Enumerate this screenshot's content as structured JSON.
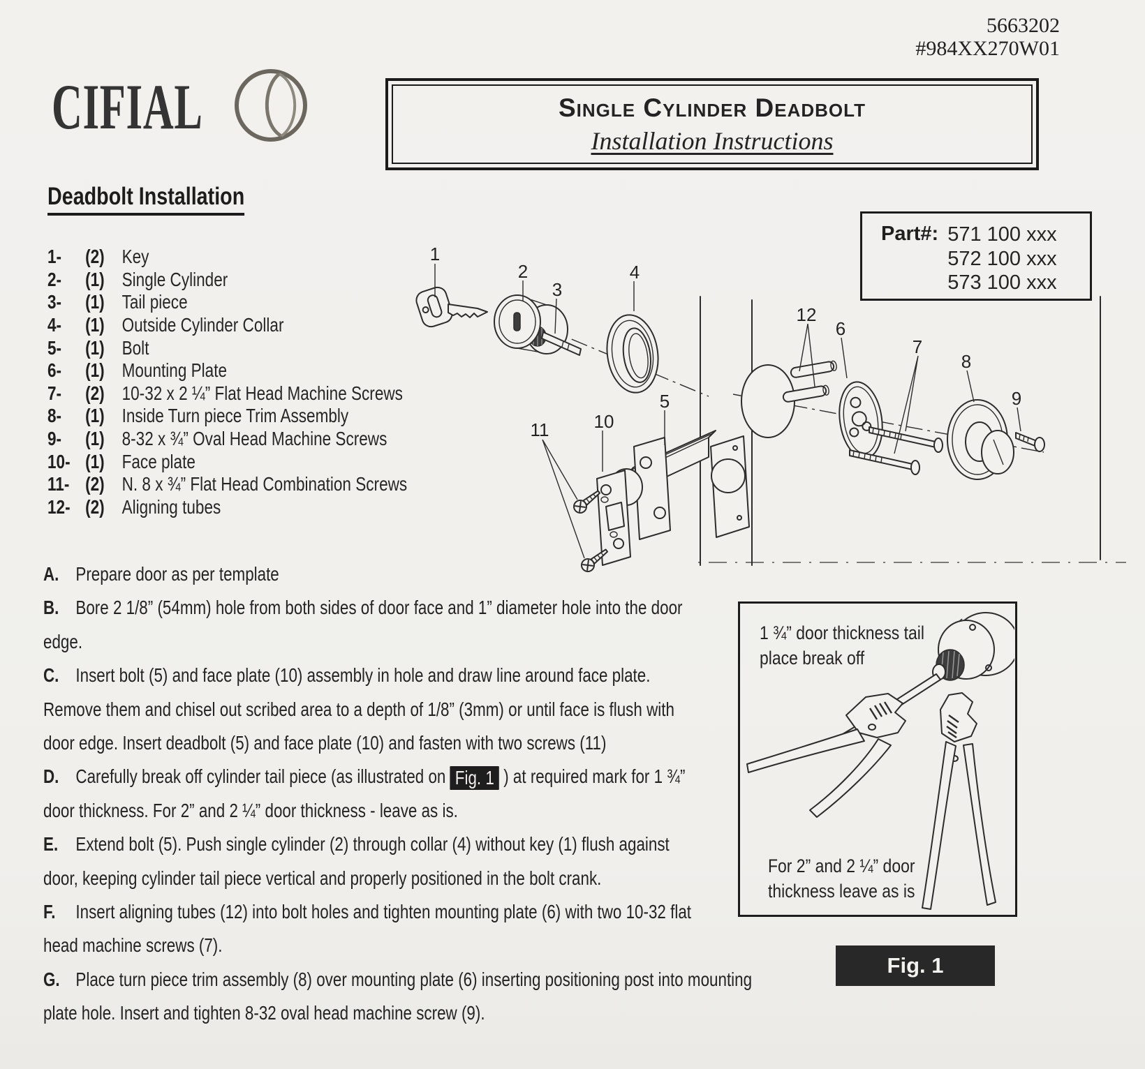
{
  "page": {
    "doc_number": "5663202",
    "doc_code": "#984XX270W01"
  },
  "brand": {
    "name": "CIFIAL"
  },
  "title_box": {
    "title": "Single Cylinder Deadbolt",
    "subtitle": "Installation Instructions"
  },
  "section": {
    "heading": "Deadbolt Installation"
  },
  "parts_list": [
    {
      "num": "1-",
      "qty": "(2)",
      "name": "Key"
    },
    {
      "num": "2-",
      "qty": "(1)",
      "name": "Single Cylinder"
    },
    {
      "num": "3-",
      "qty": "(1)",
      "name": "Tail piece"
    },
    {
      "num": "4-",
      "qty": "(1)",
      "name": "Outside Cylinder Collar"
    },
    {
      "num": "5-",
      "qty": "(1)",
      "name": "Bolt"
    },
    {
      "num": "6-",
      "qty": "(1)",
      "name": "Mounting Plate"
    },
    {
      "num": "7-",
      "qty": "(2)",
      "name": "10-32 x 2 ¼” Flat Head Machine Screws"
    },
    {
      "num": "8-",
      "qty": "(1)",
      "name": "Inside Turn piece Trim Assembly"
    },
    {
      "num": "9-",
      "qty": "(1)",
      "name": "8-32 x ¾” Oval Head Machine Screws"
    },
    {
      "num": "10-",
      "qty": "(1)",
      "name": "Face plate"
    },
    {
      "num": "11-",
      "qty": "(2)",
      "name": "N. 8 x ¾” Flat Head Combination Screws"
    },
    {
      "num": "12-",
      "qty": "(2)",
      "name": "Aligning tubes"
    }
  ],
  "part_numbers": {
    "label": "Part#:",
    "values": [
      "571 100 xxx",
      "572 100 xxx",
      "573 100 xxx"
    ]
  },
  "diagram": {
    "callouts": [
      "1",
      "2",
      "3",
      "4",
      "5",
      "6",
      "7",
      "8",
      "9",
      "10",
      "11",
      "12"
    ]
  },
  "instructions": {
    "a": {
      "letter": "A.",
      "line1": "Prepare door as per template"
    },
    "b": {
      "letter": "B.",
      "line1": "Bore 2 1/8” (54mm) hole from both sides of door face and 1” diameter hole into the door",
      "line2": "edge."
    },
    "c": {
      "letter": "C.",
      "line1": "Insert bolt (5) and face plate (10) assembly in hole and draw line around face plate.",
      "line2": "Remove them and chisel out scribed area to a depth of 1/8” (3mm) or until face is flush with",
      "line3": "door edge. Insert deadbolt (5) and face plate (10) and fasten with two screws (11)"
    },
    "d": {
      "letter": "D.",
      "line1_pre": "Carefully break off cylinder tail piece (as illustrated on ",
      "fig_ref": "Fig. 1",
      "line1_post": " ) at required mark for 1 ¾”",
      "line2": "door thickness. For 2” and 2 ¼” door thickness - leave as is."
    },
    "e": {
      "letter": "E.",
      "line1": "Extend bolt (5). Push single cylinder (2) through collar (4) without key (1) flush against",
      "line2": "door, keeping cylinder tail piece vertical and properly positioned in the bolt crank."
    },
    "f": {
      "letter": "F.",
      "line1": "Insert aligning tubes (12) into bolt holes and tighten mounting plate (6) with two 10-32 flat",
      "line2": "head machine screws (7)."
    },
    "g": {
      "letter": "G.",
      "line1": "Place turn piece trim assembly (8) over mounting plate (6) inserting positioning post into mounting",
      "line2": "plate hole. Insert and tighten 8-32 oval head machine screw (9)."
    }
  },
  "figure": {
    "caption_top_line1": "1 ¾” door thickness tail",
    "caption_top_line2": "place break off",
    "caption_bottom_line1": "For 2” and 2 ¼” door",
    "caption_bottom_line2": "thickness leave as is",
    "label": "Fig. 1"
  },
  "colors": {
    "paper": "#f0efec",
    "ink": "#1f1f1f",
    "fig_label_bg": "#282828"
  }
}
